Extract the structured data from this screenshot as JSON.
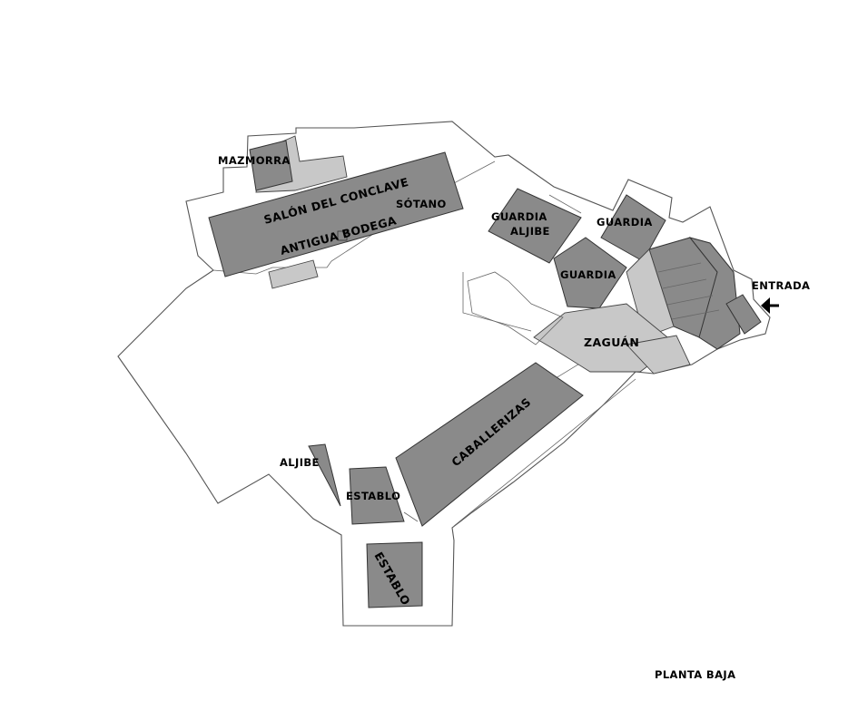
{
  "rooms": {
    "mazmorra": "MAZMORRA",
    "salon_conclave": "SALÓN DEL CONCLAVE",
    "sotano": "SÓTANO",
    "antigua_bodega": "ANTIGUA BODEGA",
    "guardia_1": "GUARDIA",
    "aljibe_1": "ALJIBE",
    "guardia_2": "GUARDIA",
    "guardia_3": "GUARDIA",
    "entrada": "ENTRADA",
    "zaguan": "ZAGUÁN",
    "caballerizas": "CABALLERIZAS",
    "aljibe_2": "ALJIBE",
    "establo_1": "ESTABLO",
    "establo_2": "ESTABLO"
  },
  "plan_title": "PLANTA BAJA",
  "icons": {
    "entrance_arrow": "arrow-left-icon"
  },
  "colors": {
    "room_dark": "#8a8a8a",
    "room_light": "#c8c8c8",
    "outline": "#555555"
  }
}
